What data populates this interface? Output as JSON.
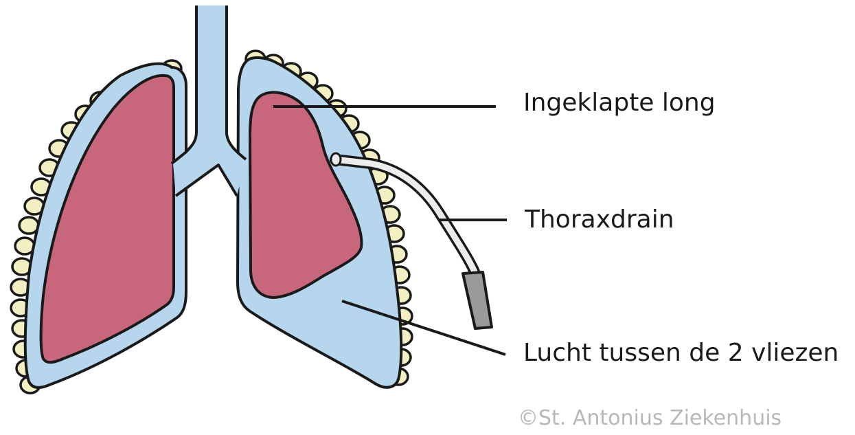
{
  "labels": {
    "collapsed_lung": "Ingeklapte long",
    "chest_drain": "Thoraxdrain",
    "air_between_membranes": "Lucht tussen de 2 vliezen"
  },
  "copyright": "©St. Antonius Ziekenhuis",
  "colors": {
    "pleura_blue": "#b5d6ec",
    "lung_red": "#c8667c",
    "rib_cream": "#f2efc2",
    "outline": "#1a1a1a",
    "drain_tube": "#ececec",
    "drain_end": "#9a9a9a"
  }
}
